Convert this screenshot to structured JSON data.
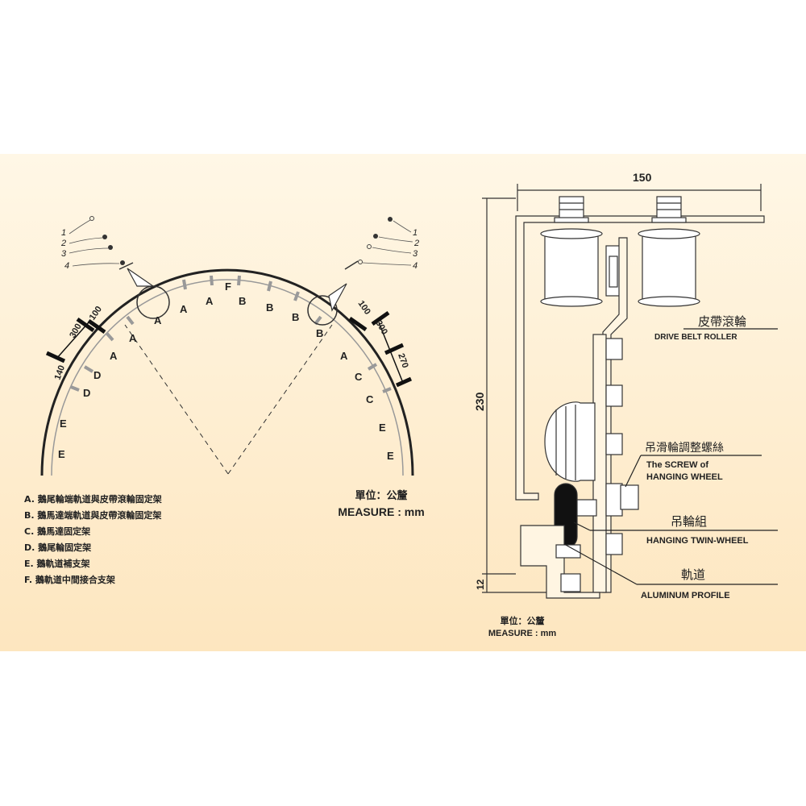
{
  "arch": {
    "zone_labels": {
      "A": "A",
      "B": "B",
      "C": "C",
      "D": "D",
      "E": "E",
      "F": "F"
    },
    "left_dims": [
      "140",
      "300",
      "100"
    ],
    "right_dims": [
      "100",
      "300",
      "270"
    ],
    "callouts": [
      "1",
      "2",
      "3",
      "4"
    ]
  },
  "legend": {
    "a": "A. 鵝尾輪端軌道與皮帶滾輪固定架",
    "b": "B. 鵝馬達端軌道與皮帶滾輪固定架",
    "c": "C. 鵝馬達固定架",
    "d": "D. 鵝尾輪固定架",
    "e": "E. 鵝軌道補支架",
    "f": "F. 鵝軌道中間接合支架"
  },
  "unit_left": {
    "cn": "單位：公釐",
    "en": "MEASURE : mm"
  },
  "unit_right": {
    "cn": "單位：公釐",
    "en": "MEASURE : mm"
  },
  "section": {
    "dim_width": "150",
    "dim_height": "230",
    "dim_bottom": "12",
    "drive_roller_cn": "皮帶滾輪",
    "drive_roller_en": "DRIVE  BELT  ROLLER",
    "screw_cn": "吊滑輪調整螺絲",
    "screw_en_1": "The SCREW of",
    "screw_en_2": "HANGING  WHEEL",
    "twin_cn": "吊輪組",
    "twin_en": "HANGING TWIN-WHEEL",
    "profile_cn": "軌道",
    "profile_en": "ALUMINUM  PROFILE"
  }
}
